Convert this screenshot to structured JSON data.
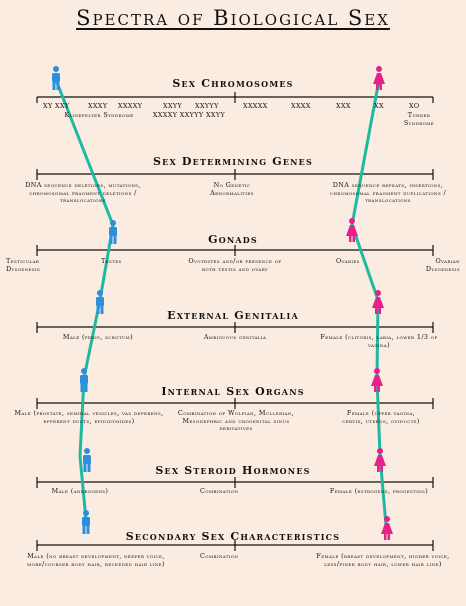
{
  "title": "Spectra of Biological Sex",
  "colors": {
    "male": "#2a8fe0",
    "female": "#e8208a",
    "path": "#1fb8a0",
    "background": "#fbece1"
  },
  "sections": [
    {
      "heading": "Sex Chromosomes",
      "labels": [
        "XY XXY",
        "XXXY",
        "XXXXY",
        "XXYY",
        "XXYYY",
        "XXXXX",
        "XXXX",
        "XXX",
        "XX",
        "XO",
        "Klinefelter Syndrome",
        "XXXXY XXYYY XXYY",
        "Turner Syndrome"
      ]
    },
    {
      "heading": "Sex Determining Genes",
      "labels": [
        "DNA sequence deletions, mutations, chromosomal fragment deletions / translocations",
        "No Genetic Abnormalities",
        "DNA sequence repeats, insertions, chromosomal fragment duplications / translocations"
      ]
    },
    {
      "heading": "Gonads",
      "labels": [
        "Testicular Dysgenesis",
        "Testes",
        "Ovotestes and/or presence of both testis and ovary",
        "Ovaries",
        "Ovarian Dysgenesis"
      ]
    },
    {
      "heading": "External Genitalia",
      "labels": [
        "Male (penis, scrotum)",
        "Ambiguous genitalia",
        "Female (clitoris, labia, lower 1/3 of vagina)"
      ]
    },
    {
      "heading": "Internal Sex Organs",
      "labels": [
        "Male (prostate, seminal vesicles, vas deferens, efferent ducts, epididymides)",
        "Combination of Wolfian, Mullerian, Mesonephric and urogenital sinus derivatives",
        "Female (upper vagina, cervix, uterus, oviducts)"
      ]
    },
    {
      "heading": "Sex Steroid Hormones",
      "labels": [
        "Male (androgens)",
        "Combination",
        "Female (estrogens, progestins)"
      ]
    },
    {
      "heading": "Secondary Sex Characteristics",
      "labels": [
        "Male (no breast development, deeper voice, more/courser body hair, receeded hair line)",
        "Combination",
        "Female (breast development, higher voice, less/finer body hair, lower hair line)"
      ]
    }
  ]
}
